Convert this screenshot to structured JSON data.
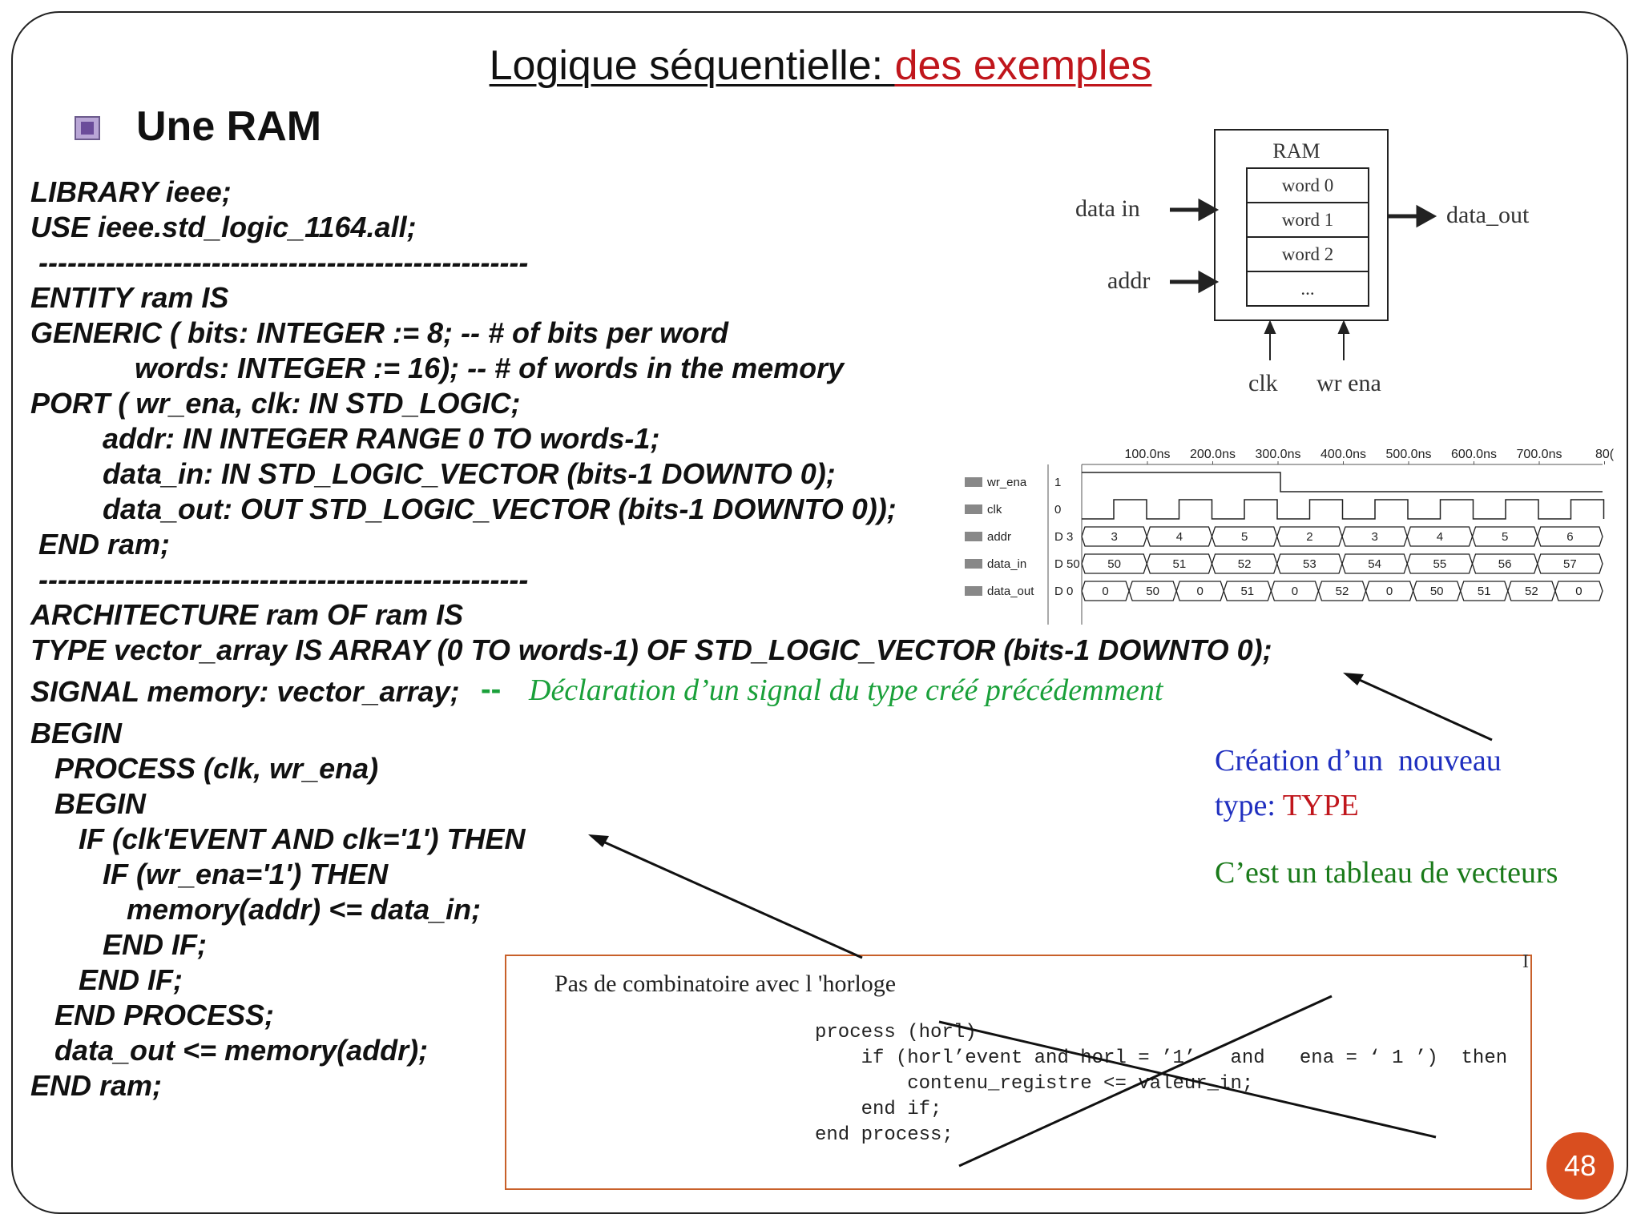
{
  "slide": {
    "title_prefix": "Logique séquentielle: ",
    "title_highlight": "des exemples",
    "subtitle": "Une RAM",
    "page_number": "48"
  },
  "code_lines": [
    "LIBRARY ieee;",
    "USE ieee.std_logic_1164.all;",
    " ---------------------------------------------------",
    "ENTITY ram IS",
    "GENERIC ( bits: INTEGER := 8; -- # of bits per word",
    "             words: INTEGER := 16); -- # of words in the memory",
    "PORT ( wr_ena, clk: IN STD_LOGIC;",
    "         addr: IN INTEGER RANGE 0 TO words-1;",
    "         data_in: IN STD_LOGIC_VECTOR (bits-1 DOWNTO 0);",
    "         data_out: OUT STD_LOGIC_VECTOR (bits-1 DOWNTO 0));",
    " END ram;",
    " ---------------------------------------------------",
    "ARCHITECTURE ram OF ram IS",
    "TYPE vector_array IS ARRAY (0 TO words-1) OF STD_LOGIC_VECTOR (bits-1 DOWNTO 0);"
  ],
  "signal_line": "SIGNAL memory: vector_array;",
  "signal_dash": "--",
  "signal_comment": "Déclaration d’un signal du type créé précédemment",
  "code_lines_2": [
    "BEGIN",
    "   PROCESS (clk, wr_ena)",
    "   BEGIN",
    "      IF (clk'EVENT AND clk='1') THEN",
    "         IF (wr_ena='1') THEN",
    "            memory(addr) <= data_in;",
    "         END IF;",
    "      END IF;",
    "   END PROCESS;",
    "   data_out <= memory(addr);",
    "END ram;"
  ],
  "notes": {
    "creation_line1": "Création d’un  nouveau",
    "creation_type_label": "type: ",
    "creation_type_value": "TYPE",
    "tableau": "C’est un tableau de vecteurs"
  },
  "ram_diagram": {
    "title": "RAM",
    "words": [
      "word 0",
      "word 1",
      "word 2",
      "..."
    ],
    "inputs": [
      "data  in",
      "addr"
    ],
    "output": "data_out",
    "bottom_inputs": [
      "clk",
      "wr  ena"
    ]
  },
  "simulation": {
    "time_labels": [
      "100.0ns",
      "200.0ns",
      "300.0ns",
      "400.0ns",
      "500.0ns",
      "600.0ns",
      "700.0ns",
      "80("
    ],
    "signals": [
      {
        "name": "wr_ena",
        "value": "1",
        "cells": []
      },
      {
        "name": "clk",
        "value": "0",
        "cells": []
      },
      {
        "name": "addr",
        "value": "D 3",
        "cells": [
          "3",
          "4",
          "5",
          "2",
          "3",
          "4",
          "5",
          "6"
        ]
      },
      {
        "name": "data_in",
        "value": "D 50",
        "cells": [
          "50",
          "51",
          "52",
          "53",
          "54",
          "55",
          "56",
          "57"
        ]
      },
      {
        "name": "data_out",
        "value": "D 0",
        "cells": [
          "0",
          "50",
          "0",
          "51",
          "0",
          "52",
          "0",
          "50",
          "51",
          "52",
          "0"
        ]
      }
    ]
  },
  "crossed_example": {
    "title": "Pas de combinatoire avec l 'horloge",
    "code": "process (horl)\n    if (horl’event and horl = ’1’   and   ena = ‘ 1 ’)  then\n        contenu_registre <= valeur_in;\n    end if;\nend process;",
    "corner_mark": "I"
  }
}
